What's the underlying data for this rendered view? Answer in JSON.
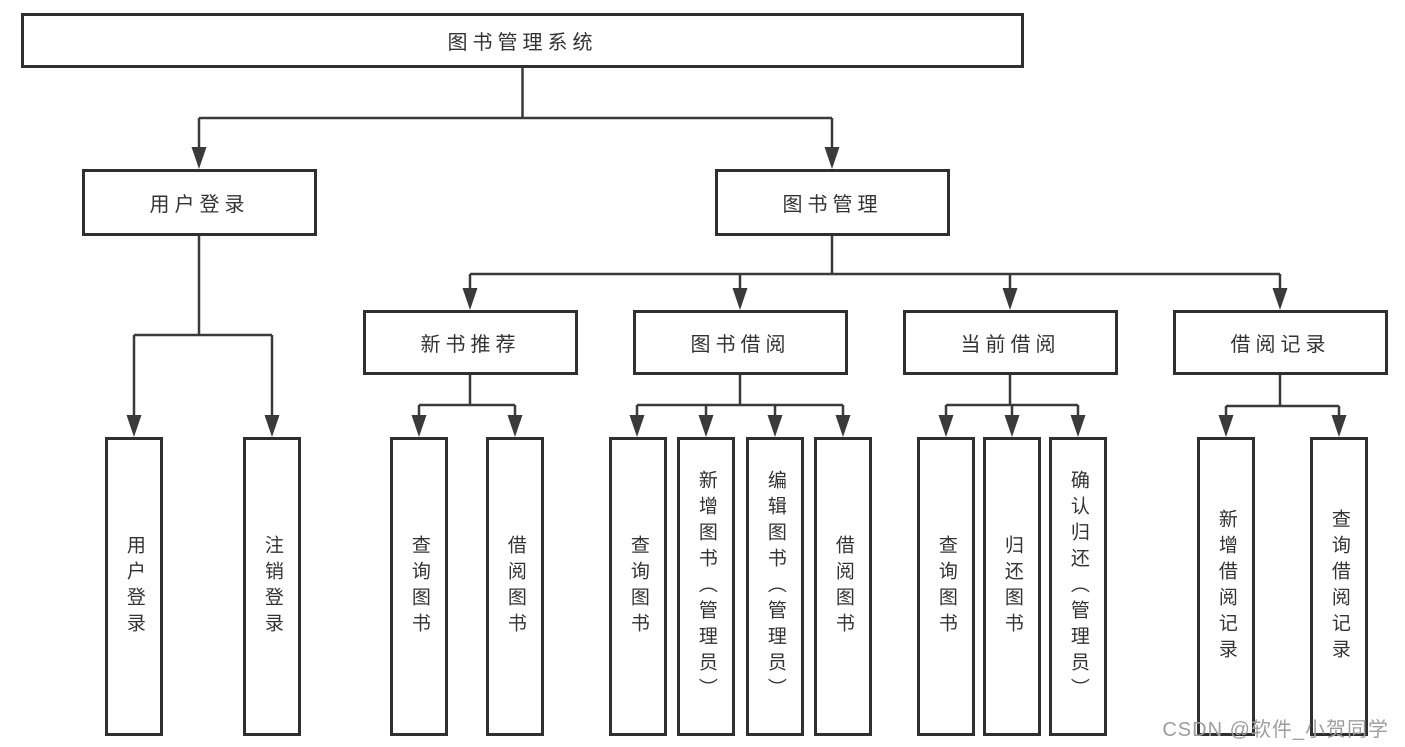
{
  "diagram": {
    "root": {
      "label": "图书管理系统"
    },
    "branches": [
      {
        "label": "用户登录",
        "children": [
          {
            "label": "用户登录"
          },
          {
            "label": "注销登录"
          }
        ]
      },
      {
        "label": "图书管理",
        "children": [
          {
            "label": "新书推荐",
            "children": [
              {
                "label": "查询图书"
              },
              {
                "label": "借阅图书"
              }
            ]
          },
          {
            "label": "图书借阅",
            "children": [
              {
                "label": "查询图书"
              },
              {
                "label": "新增图书（管理员）"
              },
              {
                "label": "编辑图书（管理员）"
              },
              {
                "label": "借阅图书"
              }
            ]
          },
          {
            "label": "当前借阅",
            "children": [
              {
                "label": "查询图书"
              },
              {
                "label": "归还图书"
              },
              {
                "label": "确认归还（管理员）"
              }
            ]
          },
          {
            "label": "借阅记录",
            "children": [
              {
                "label": "新增借阅记录"
              },
              {
                "label": "查询借阅记录"
              }
            ]
          }
        ]
      }
    ]
  },
  "watermark": {
    "text": "CSDN @软件_小贺同学"
  },
  "colors": {
    "line": "#3a3a3a",
    "border": "#2f2f2f",
    "text": "#333333",
    "watermark": "#9e9e9e",
    "background": "#ffffff"
  }
}
